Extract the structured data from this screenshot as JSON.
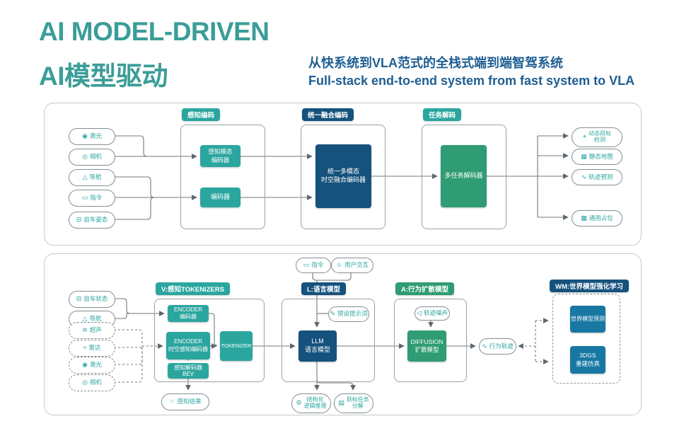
{
  "header": {
    "title_en": "AI MODEL-DRIVEN",
    "title_zh": "AI模型驱动",
    "subtitle_zh": "从快系统到VLA范式的全栈式端到端智驾系统",
    "subtitle_en": "Full-stack end-to-end system from fast system to VLA"
  },
  "colors": {
    "title_teal": "#3B9D98",
    "subtitle_blue": "#1F5E92",
    "teal": "#2BA69F",
    "green": "#2F9C73",
    "dark_blue": "#15527D",
    "mid_blue": "#1878A3",
    "pill_border": "#848d92",
    "line": "#6b7579"
  },
  "panel1": {
    "inputs": [
      {
        "icon": "lidar-icon",
        "glyph": "◉",
        "label": "激光"
      },
      {
        "icon": "camera-icon",
        "glyph": "◎",
        "label": "相机"
      },
      {
        "icon": "nav-icon",
        "glyph": "△",
        "label": "导航"
      },
      {
        "icon": "command-icon",
        "glyph": "▭",
        "label": "指令"
      },
      {
        "icon": "car-icon",
        "glyph": "⊟",
        "label": "自车姿态"
      }
    ],
    "group1": {
      "badge": "感知编码",
      "box1_l1": "感知模态",
      "box1_l2": "编码器",
      "box2": "编码器"
    },
    "group2": {
      "badge": "统一融合编码",
      "box_l1": "统一多模态",
      "box_l2": "时空融合编码器"
    },
    "group3": {
      "badge": "任务解码",
      "box": "多任务解码器"
    },
    "outputs": [
      {
        "icon": "target-detect-icon",
        "glyph": "⌖",
        "l1": "动态目标",
        "l2": "检测"
      },
      {
        "icon": "map-icon",
        "glyph": "▦",
        "label": "静态地图"
      },
      {
        "icon": "trajectory-icon",
        "glyph": "∿",
        "label": "轨迹预测"
      },
      {
        "icon": "occupancy-icon",
        "glyph": "▩",
        "label": "通用占位"
      }
    ]
  },
  "panel2": {
    "inputs_solid": [
      {
        "icon": "car-icon",
        "glyph": "⊟",
        "label": "自车状态"
      },
      {
        "icon": "nav-icon",
        "glyph": "△",
        "label": "导航"
      }
    ],
    "inputs_dashed": [
      {
        "icon": "ultrasonic-icon",
        "glyph": "≋",
        "label": "超声"
      },
      {
        "icon": "radar-icon",
        "glyph": "≈",
        "label": "雷达"
      },
      {
        "icon": "lidar-icon",
        "glyph": "◉",
        "label": "激光"
      },
      {
        "icon": "camera-icon",
        "glyph": "◎",
        "label": "相机"
      }
    ],
    "top_pills": [
      {
        "icon": "command-icon",
        "glyph": "▭",
        "label": "指令"
      },
      {
        "icon": "users-icon",
        "glyph": "☺",
        "label": "用户交互"
      }
    ],
    "group_v": {
      "badge": "V:感知TOKENIZERS",
      "enc1_l1": "ENCODER",
      "enc1_l2": "编码器",
      "enc2_l1": "ENCODER",
      "enc2_l2": "时空感知编码器",
      "bev_l1": "感知解码器",
      "bev_l2": "BEV",
      "tokenizer": "TOKENIZER"
    },
    "group_l": {
      "badge": "L:语言模型",
      "preset": "预设提示词",
      "llm_l1": "LLM",
      "llm_l2": "语言模型"
    },
    "group_a": {
      "badge": "A:行为扩散模型",
      "noise": "轨迹噪声",
      "diff_l1": "DIFFUSION",
      "diff_l2": "扩散模型"
    },
    "group_wm": {
      "badge": "WM:世界模型强化学习",
      "wm1": "世界模型预测",
      "wm2_l1": "3DGS",
      "wm2_l2": "重建仿真"
    },
    "pills": {
      "result": {
        "icon": "hand-icon",
        "glyph": "☞",
        "label": "感知结果"
      },
      "behavior": {
        "icon": "trajectory-icon",
        "glyph": "∿",
        "label": "行为轨迹"
      },
      "preset_icon": {
        "icon": "prompt-icon",
        "glyph": "✎"
      },
      "noise_icon": {
        "icon": "noise-icon",
        "glyph": "◁"
      },
      "reasoning": {
        "icon": "gear-icon",
        "glyph": "⚙",
        "l1": "结构化",
        "l2": "逻辑推理"
      },
      "task": {
        "icon": "list-icon",
        "glyph": "▤",
        "l1": "目标任务",
        "l2": "分解"
      }
    }
  }
}
